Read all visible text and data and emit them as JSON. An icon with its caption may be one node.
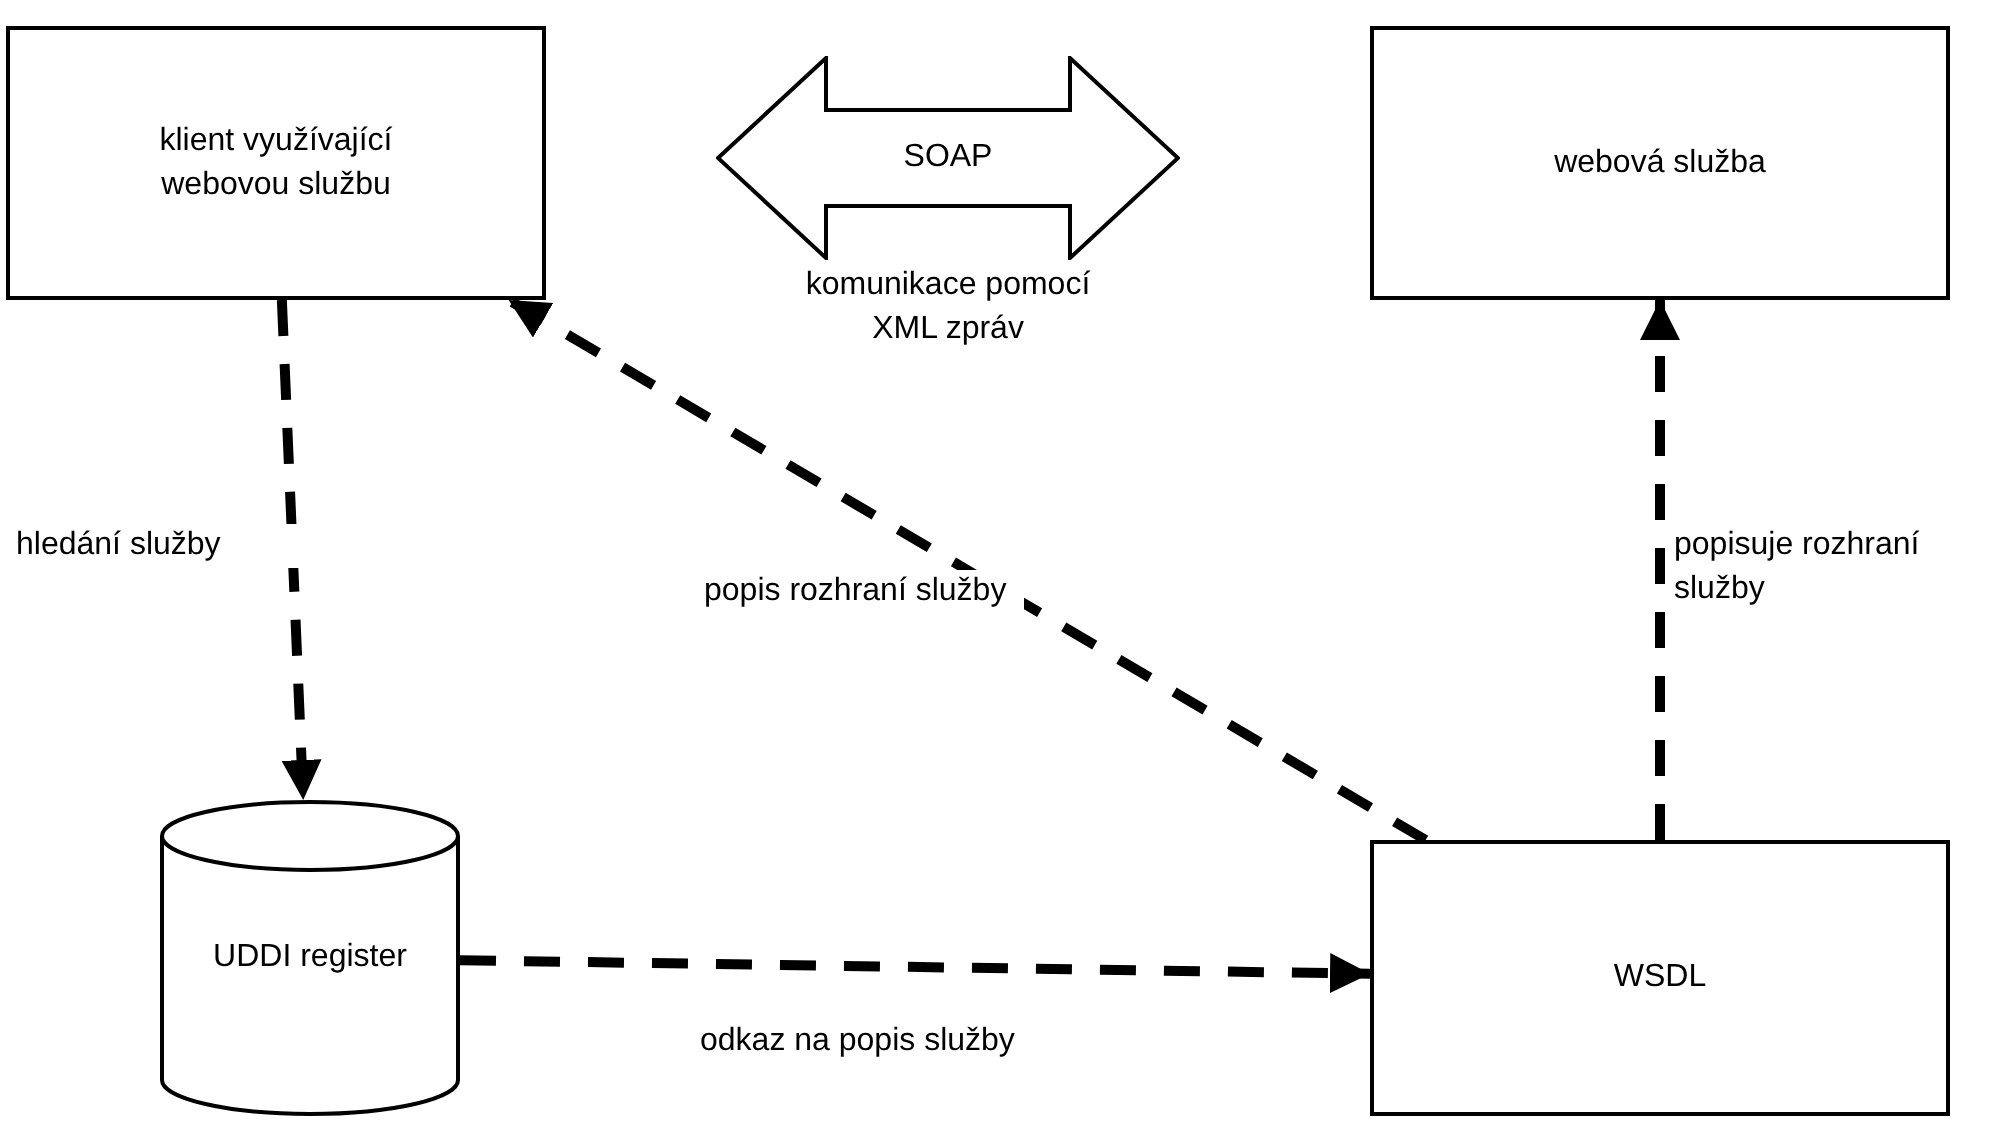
{
  "diagram": {
    "nodes": [
      {
        "text": [
          "klient využívající webovou službu"
        ]
      },
      {
        "text": [
          "SOAP"
        ],
        "beside": [
          "komunikace pomocí XML zpráv"
        ]
      },
      {
        "text": [
          "webová služba"
        ]
      },
      {
        "text": [
          "UDDI register"
        ]
      },
      {
        "text": [
          "WSDL"
        ]
      }
    ],
    "edges": [
      {
        "from": 0,
        "to": 3,
        "arrow": "to",
        "style": "dashed",
        "label": "hledání služby"
      },
      {
        "from": 3,
        "to": 4,
        "arrow": "to",
        "style": "dashed",
        "label": "odkaz na popis služby"
      },
      {
        "from": 4,
        "to": 0,
        "arrow": "to",
        "style": "dashed",
        "label": "popis rozhraní služby"
      },
      {
        "from": 4,
        "to": 2,
        "arrow": "to",
        "style": "dashed",
        "label": "popisuje rozhraní služby"
      }
    ]
  }
}
